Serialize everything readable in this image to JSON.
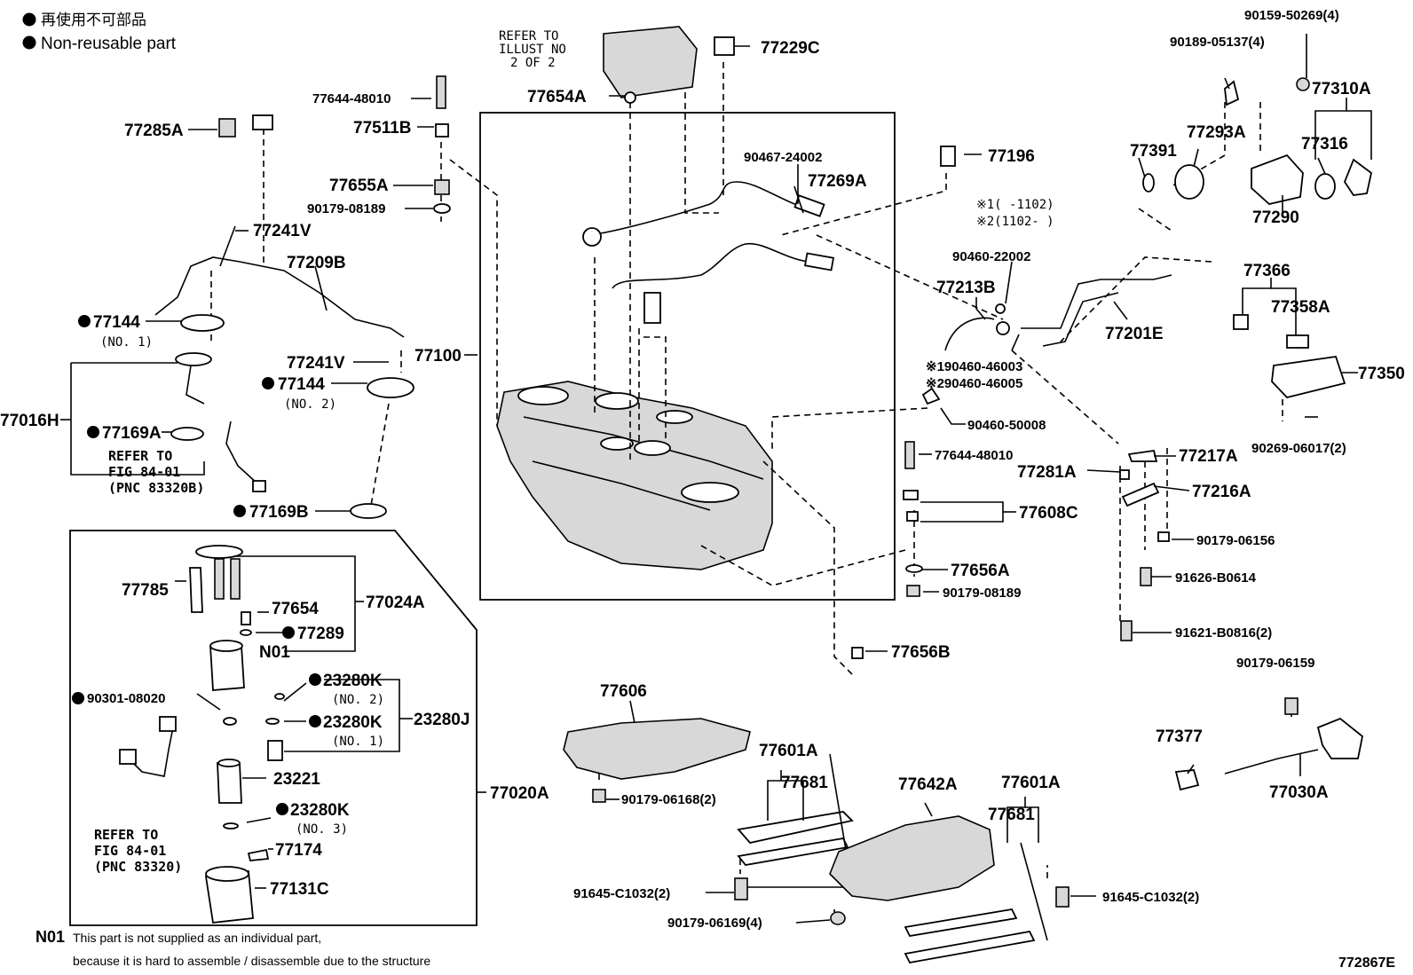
{
  "legend": {
    "jp": "再使用不可部品",
    "en": "Non-reusable part"
  },
  "notes": {
    "refer_illust": [
      "REFER TO",
      "ILLUST NO",
      "2 OF 2"
    ],
    "refer_fig_a": [
      "REFER TO",
      "FIG 84-01",
      "(PNC 83320B)"
    ],
    "refer_fig_b": [
      "REFER TO",
      "FIG 84-01",
      "(PNC 83320)"
    ],
    "variant1": "※1(   -1102)",
    "variant2": "※2(1102-   )",
    "n01_code": "N01",
    "n01_line1": "This part is not supplied as an individual part,",
    "n01_line2": "because it is hard to assemble / disassemble due to the structure",
    "diagram_id": "772867E"
  },
  "labels": {
    "p77285A": "77285A",
    "p77644a": "77644-48010",
    "p77511B": "77511B",
    "p77655A": "77655A",
    "p90179a": "90179-08189",
    "p77241Va": "77241V",
    "p77209B": "77209B",
    "p77144a": "77144",
    "no1": "(NO. 1)",
    "p77241Vb": "77241V",
    "p77100": "77100",
    "p77144b": "77144",
    "no2": "(NO. 2)",
    "p77016H": "77016H",
    "p77169A": "77169A",
    "p77169B": "77169B",
    "p77654A": "77654A",
    "p77229C": "77229C",
    "p90467": "90467-24002",
    "p77269A": "77269A",
    "p77196": "77196",
    "p90460a": "90460-22002",
    "p77213B": "77213B",
    "p77201E": "77201E",
    "p90460b1": "※190460-46003",
    "p90460b2": "※290460-46005",
    "p90460c": "90460-50008",
    "p77644b": "77644-48010",
    "p77608C": "77608C",
    "p77656A": "77656A",
    "p90179b": "90179-08189",
    "p77656B": "77656B",
    "p90159": "90159-50269(4)",
    "p90189": "90189-05137(4)",
    "p77310A": "77310A",
    "p77293A": "77293A",
    "p77391": "77391",
    "p77316": "77316",
    "p77290": "77290",
    "p77366": "77366",
    "p77358A": "77358A",
    "p77350": "77350",
    "p90269": "90269-06017(2)",
    "p77217A": "77217A",
    "p77281A": "77281A",
    "p77216A": "77216A",
    "p90179c": "90179-06156",
    "p91626": "91626-B0614",
    "p91621": "91621-B0816(2)",
    "p90179d": "90179-06159",
    "p77377": "77377",
    "p77030A": "77030A",
    "p77785": "77785",
    "p77024A": "77024A",
    "p77654": "77654",
    "p77289": "77289",
    "pN01": "N01",
    "p90301": "90301-08020",
    "p23280Ka": "23280K",
    "no2b": "(NO. 2)",
    "p23280Kb": "23280K",
    "no1b": "(NO. 1)",
    "p23280J": "23280J",
    "p23221": "23221",
    "p77020A": "77020A",
    "p23280Kc": "23280K",
    "no3": "(NO. 3)",
    "p77174": "77174",
    "p77131C": "77131C",
    "p77606": "77606",
    "p90179e": "90179-06168(2)",
    "p77601Aa": "77601A",
    "p77681a": "77681",
    "p77642A": "77642A",
    "p77601Ab": "77601A",
    "p77681b": "77681",
    "p91645a": "91645-C1032(2)",
    "p91645b": "91645-C1032(2)",
    "p90179f": "90179-06169(4)"
  }
}
